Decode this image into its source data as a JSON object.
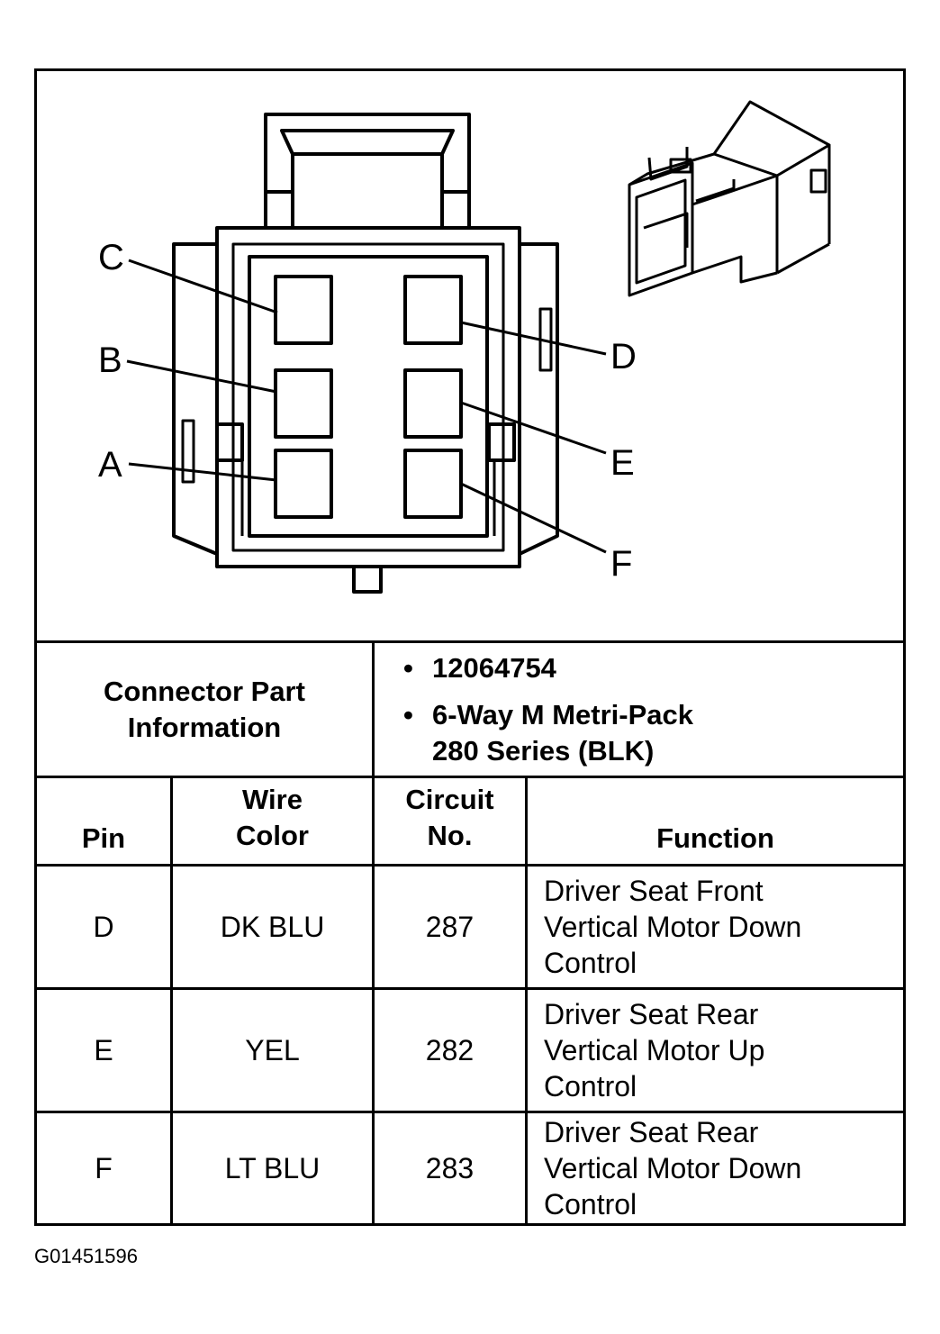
{
  "diagram": {
    "pin_labels": [
      "C",
      "B",
      "A",
      "D",
      "E",
      "F"
    ]
  },
  "connector_info": {
    "label_line1": "Connector Part",
    "label_line2": "Information",
    "items": [
      "12064754",
      "6-Way M Metri-Pack",
      "280 Series (BLK)"
    ]
  },
  "table": {
    "headers": {
      "pin": "Pin",
      "wire_line1": "Wire",
      "wire_line2": "Color",
      "circuit_line1": "Circuit",
      "circuit_line2": "No.",
      "function": "Function"
    },
    "rows": [
      {
        "pin": "D",
        "wire_color": "DK BLU",
        "circuit": "287",
        "function": [
          "Driver Seat Front",
          "Vertical Motor Down",
          "Control"
        ]
      },
      {
        "pin": "E",
        "wire_color": "YEL",
        "circuit": "282",
        "function": [
          "Driver Seat Rear",
          "Vertical Motor Up",
          "Control"
        ]
      },
      {
        "pin": "F",
        "wire_color": "LT BLU",
        "circuit": "283",
        "function": [
          "Driver Seat Rear",
          "Vertical Motor Down",
          "Control"
        ]
      }
    ]
  },
  "figure_id": "G01451596"
}
